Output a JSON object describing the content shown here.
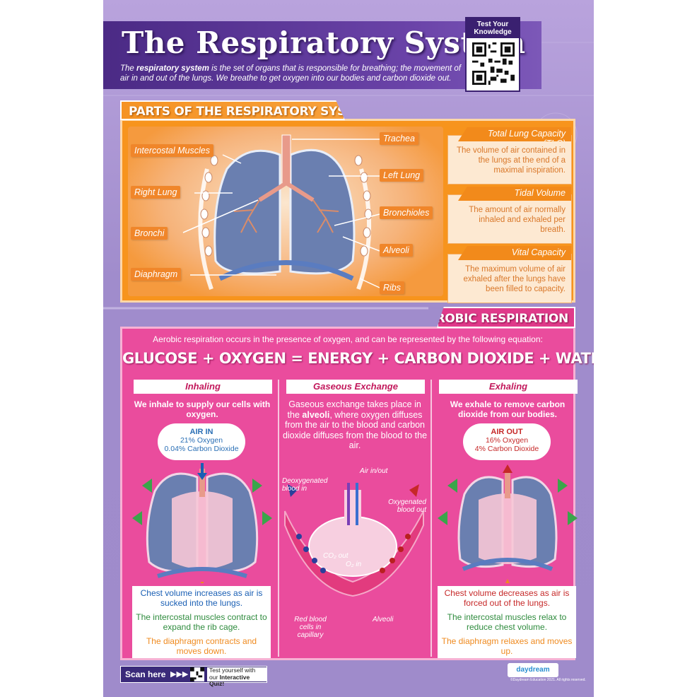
{
  "title": "The Respiratory System",
  "intro": {
    "pre": "The ",
    "bold": "respiratory system",
    "post": " is the set of organs that is responsible for breathing; the movement of air in and out of the lungs. We breathe to get oxygen into our bodies and carbon dioxide out."
  },
  "qr": {
    "label": "Test Your Knowledge"
  },
  "parts": {
    "header": "PARTS OF THE RESPIRATORY SYSTEM",
    "labels": {
      "trachea": "Trachea",
      "intercostal": "Intercostal Muscles",
      "left_lung": "Left Lung",
      "right_lung": "Right Lung",
      "bronchioles": "Bronchioles",
      "bronchi": "Bronchi",
      "alveoli": "Alveoli",
      "diaphragm": "Diaphragm",
      "ribs": "Ribs"
    },
    "definitions": [
      {
        "title": "Total Lung Capacity (TLC)",
        "text": "The volume of air contained in the lungs at the end of a maximal inspiration."
      },
      {
        "title": "Tidal Volume",
        "text": "The amount of air normally inhaled and exhaled per breath."
      },
      {
        "title": "Vital Capacity",
        "text": "The maximum volume of air exhaled after the lungs have been filled to capacity."
      }
    ]
  },
  "aerobic": {
    "header": "AEROBIC RESPIRATION",
    "intro": "Aerobic respiration occurs in the presence of oxygen, and can be represented by the following equation:",
    "equation": "GLUCOSE + OXYGEN = ENERGY + CARBON DIOXIDE + WATER",
    "inhaling": {
      "title": "Inhaling",
      "subtitle": "We inhale to supply our cells with oxygen.",
      "cloud_title": "AIR IN",
      "cloud_line1": "21% Oxygen",
      "cloud_line2": "0.04% Carbon Dioxide",
      "box1": "Chest volume increases as air is sucked into the lungs.",
      "box2": "The intercostal muscles contract to expand the rib cage.",
      "box3": "The diaphragm contracts and moves down."
    },
    "exchange": {
      "title": "Gaseous Exchange",
      "text_pre": "Gaseous exchange takes place in the ",
      "text_bold": "alveoli",
      "text_post": ", where oxygen diffuses from the air to the blood and carbon dioxide diffuses from the blood to the air.",
      "air_in_out": "Air in/out",
      "deoxygenated": "Deoxygenated blood in",
      "oxygenated": "Oxygenated blood out",
      "co2_out": "CO₂ out",
      "o2_in": "O₂ in",
      "red_blood": "Red blood cells in capillary",
      "alveoli": "Alveoli"
    },
    "exhaling": {
      "title": "Exhaling",
      "subtitle": "We exhale to remove carbon dioxide from our bodies.",
      "cloud_title": "AIR OUT",
      "cloud_line1": "16% Oxygen",
      "cloud_line2": "4% Carbon Dioxide",
      "box1": "Chest volume decreases as air is forced out of the lungs.",
      "box2": "The intercostal muscles relax to reduce chest volume.",
      "box3": "The diaphragm relaxes and moves up."
    }
  },
  "footer": {
    "scan_label": "Scan here",
    "scan_arrows": "▶▶▶",
    "scan_text_pre": "Test yourself with our ",
    "scan_text_bold": "Interactive Quiz!",
    "logo": "daydream",
    "copyright": "©Daydream Education 2021. All rights reserved."
  },
  "colors": {
    "purple": "#4b2a85",
    "orange": "#f7941d",
    "pink": "#ea4c9d",
    "lung_blue": "#6a7fb0"
  }
}
